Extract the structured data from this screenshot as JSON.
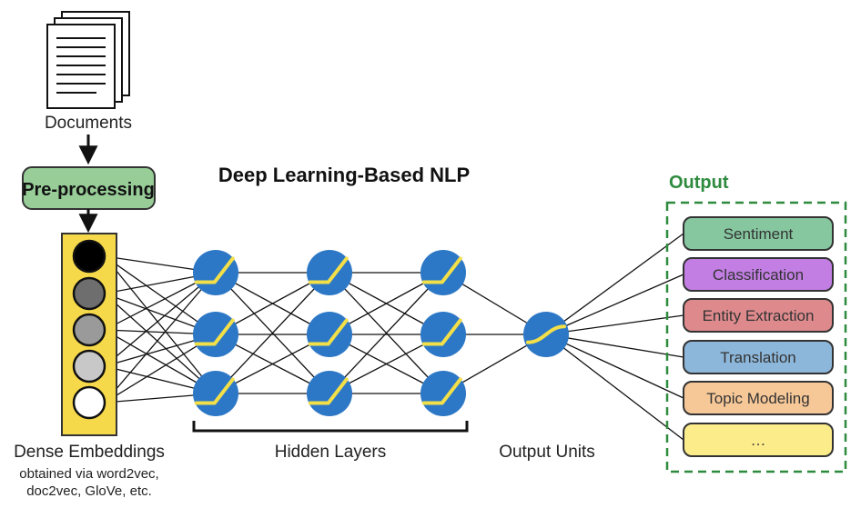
{
  "labels": {
    "documents": "Documents",
    "preprocessing": "Pre-processing",
    "title": "Deep Learning-Based NLP",
    "dense_embeddings": "Dense Embeddings",
    "embeddings_note_line1": "obtained via word2vec,",
    "embeddings_note_line2": "doc2vec, GloVe, etc.",
    "hidden_layers": "Hidden Layers",
    "output_units": "Output Units",
    "output_title": "Output"
  },
  "outputs": [
    {
      "label": "Sentiment",
      "color": "#86c7a0"
    },
    {
      "label": "Classification",
      "color": "#c27ee3"
    },
    {
      "label": "Entity Extraction",
      "color": "#de8a8d"
    },
    {
      "label": "Translation",
      "color": "#8db7da"
    },
    {
      "label": "Topic Modeling",
      "color": "#f6c898"
    },
    {
      "label": "…",
      "color": "#fcec8a"
    }
  ],
  "embedding_colors": [
    "#000000",
    "#6e6e6e",
    "#9a9a9a",
    "#c8c8c8",
    "#ffffff"
  ],
  "colors": {
    "node_blue": "#2d78c6",
    "node_curve": "#f3df48",
    "embedding_bar": "#f6d94a",
    "preprocessing_fill": "#98cd98",
    "output_green": "#2e8b3e"
  }
}
